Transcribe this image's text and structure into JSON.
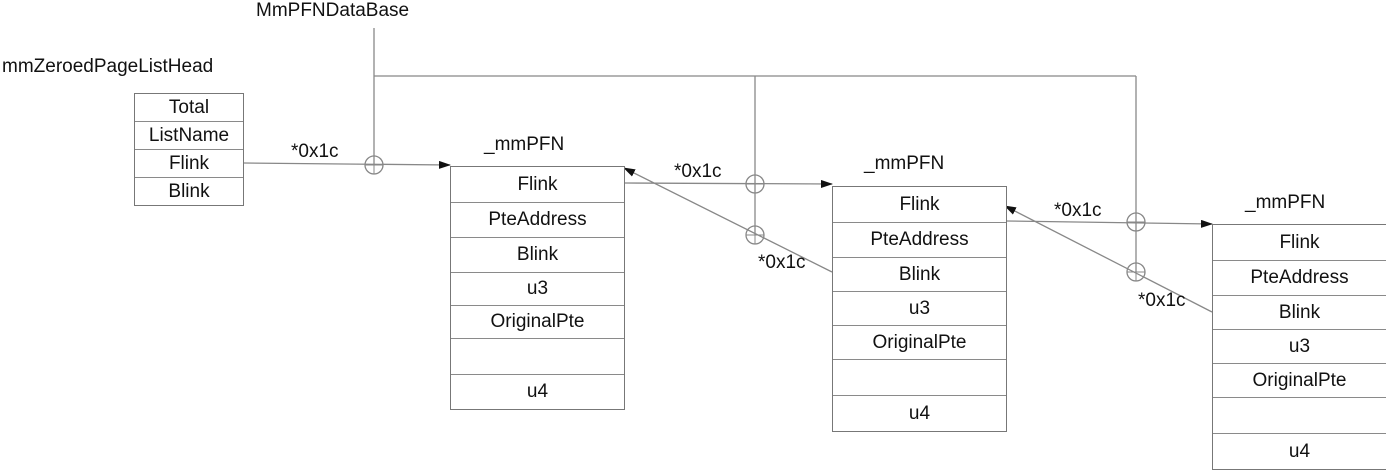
{
  "database_label": "MmPFNDataBase",
  "list_head": {
    "label": "mmZeroedPageListHead",
    "fields": [
      "Total",
      "ListName",
      "Flink",
      "Blink"
    ]
  },
  "pfn_entries": [
    {
      "title": "_mmPFN",
      "fields": [
        "Flink",
        "PteAddress",
        "Blink",
        "u3",
        "OriginalPte",
        "",
        "u4"
      ]
    },
    {
      "title": "_mmPFN",
      "fields": [
        "Flink",
        "PteAddress",
        "Blink",
        "u3",
        "OriginalPte",
        "",
        "u4"
      ]
    },
    {
      "title": "_mmPFN",
      "fields": [
        "Flink",
        "PteAddress",
        "Blink",
        "u3",
        "OriginalPte",
        "",
        "u4"
      ]
    }
  ],
  "offsets": {
    "head_to_pfn1": "*0x1c",
    "pfn1_to_pfn2": "*0x1c",
    "pfn2_to_pfn1": "*0x1c",
    "pfn2_to_pfn3": "*0x1c",
    "pfn3_to_pfn2": "*0x1c"
  },
  "colors": {
    "line": "#888888",
    "arrow": "#111111",
    "border": "#777777"
  }
}
